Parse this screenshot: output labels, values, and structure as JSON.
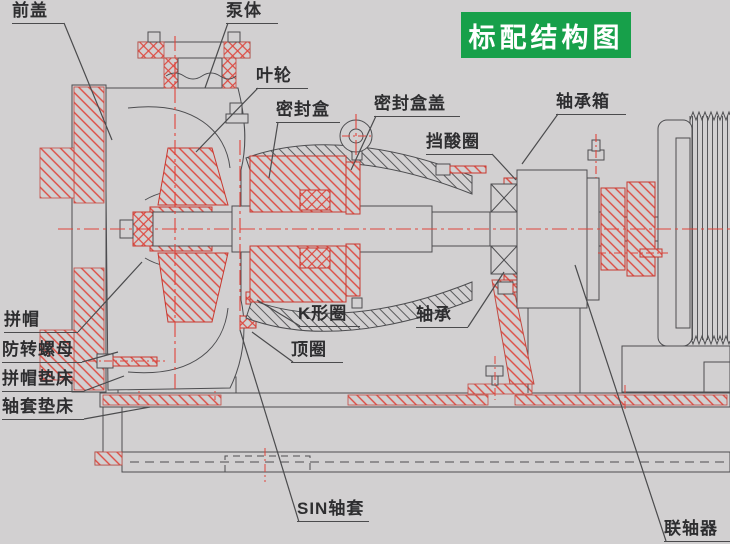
{
  "title_badge": {
    "text": "标配结构图",
    "bg_color": "#17a04a",
    "text_color": "#ffffff"
  },
  "diagram": {
    "type": "pump-cross-section-drawing"
  },
  "colors": {
    "background": "#d2d0d1",
    "outline_gray": "#4d4d50",
    "hatch_red": "#de4a41",
    "centerline_red": "#e0433a",
    "label_text": "#2e2e30"
  },
  "labels": [
    {
      "id": "front-cover",
      "text": "前盖"
    },
    {
      "id": "pump-body",
      "text": "泵体"
    },
    {
      "id": "impeller",
      "text": "叶轮"
    },
    {
      "id": "seal-box",
      "text": "密封盒"
    },
    {
      "id": "seal-box-cover",
      "text": "密封盒盖"
    },
    {
      "id": "acid-guard-ring",
      "text": "挡酸圈"
    },
    {
      "id": "bearing-housing",
      "text": "轴承箱"
    },
    {
      "id": "cap-nut",
      "text": "拼帽"
    },
    {
      "id": "anti-rotation-nut",
      "text": "防转螺母"
    },
    {
      "id": "cap-nut-pad",
      "text": "拼帽垫床"
    },
    {
      "id": "sleeve-pad",
      "text": "轴套垫床"
    },
    {
      "id": "k-ring",
      "text": "K形圈"
    },
    {
      "id": "top-ring",
      "text": "顶圈"
    },
    {
      "id": "bearing",
      "text": "轴承"
    },
    {
      "id": "sin-sleeve",
      "text": "SIN轴套"
    },
    {
      "id": "coupling",
      "text": "联轴器"
    }
  ]
}
